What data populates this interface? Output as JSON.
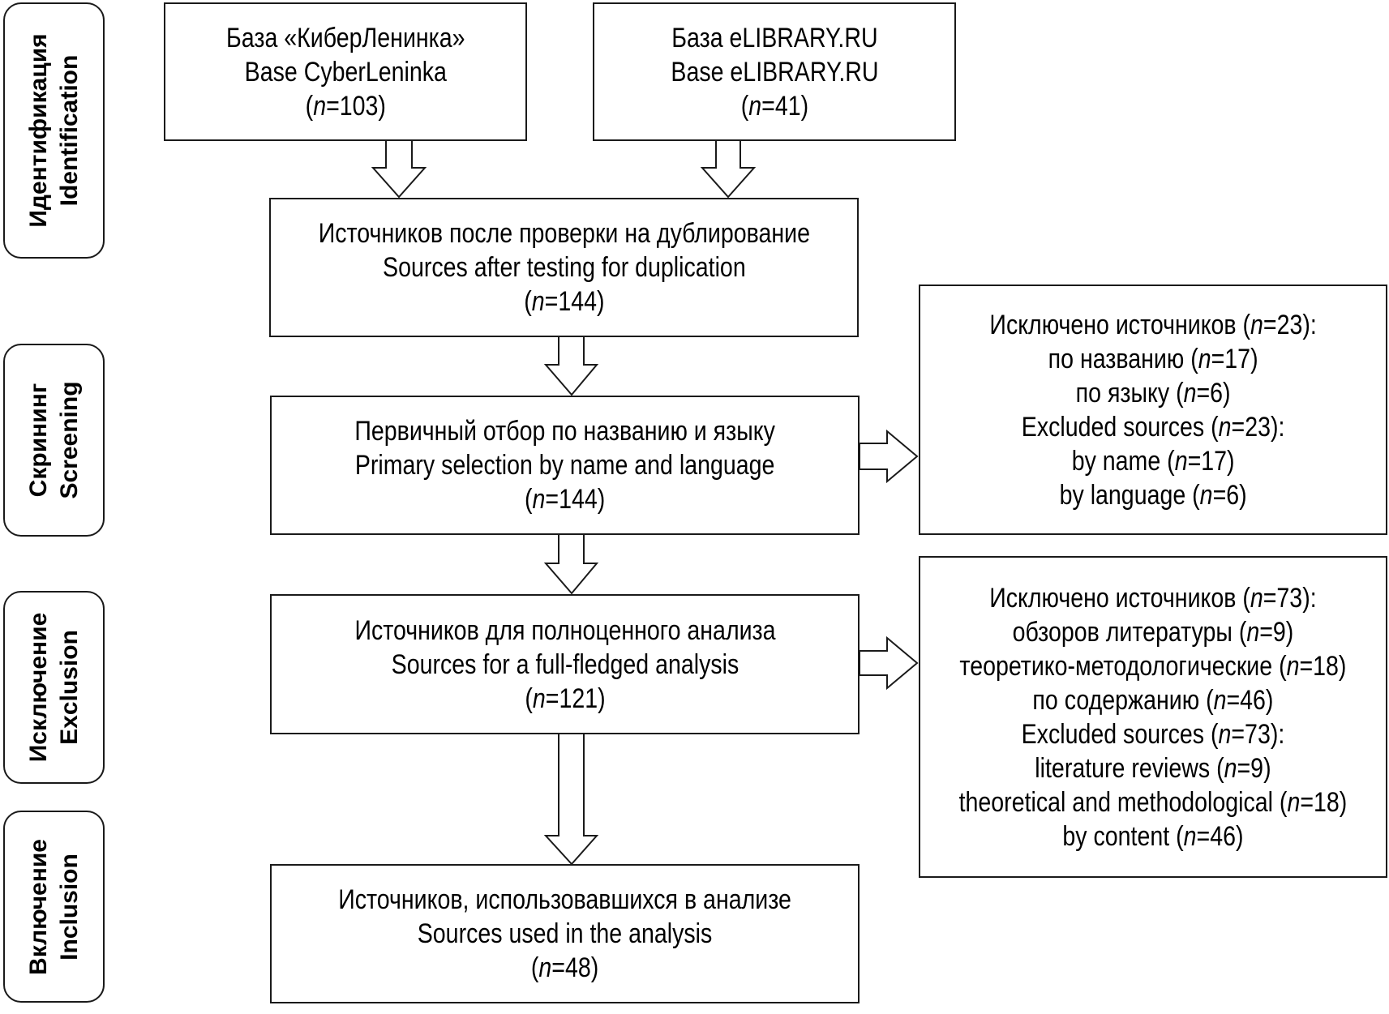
{
  "stages": [
    {
      "ru": "Идентификация",
      "en": "Identification"
    },
    {
      "ru": "Скрининг",
      "en": "Screening"
    },
    {
      "ru": "Исключение",
      "en": "Exclusion"
    },
    {
      "ru": "Включение",
      "en": "Inclusion"
    }
  ],
  "boxes": {
    "cyberleninka": {
      "ru": "База «КиберЛенинка»",
      "en": "Base CyberLeninka",
      "n_label": "n",
      "n_value": "103"
    },
    "elibrary": {
      "ru": "База eLIBRARY.RU",
      "en": "Base eLIBRARY.RU",
      "n_label": "n",
      "n_value": "41"
    },
    "deduplicated": {
      "ru": "Источников после проверки на дублирование",
      "en": "Sources after testing for duplication",
      "n_label": "n",
      "n_value": "144"
    },
    "primary_selection": {
      "ru": "Первичный отбор по названию и языку",
      "en": "Primary selection by name and language",
      "n_label": "n",
      "n_value": "144"
    },
    "full_analysis": {
      "ru": "Источников для полноценного анализа",
      "en": "Sources for a full-fledged analysis",
      "n_label": "n",
      "n_value": "121"
    },
    "used_in_analysis": {
      "ru": "Источников, использовавшихся в анализе",
      "en": "Sources used in the analysis",
      "n_label": "n",
      "n_value": "48"
    }
  },
  "excluded_screening": {
    "lines": [
      {
        "pre": "Исключено источников (",
        "n": "n",
        "post": "=23):"
      },
      {
        "pre": "по названию (",
        "n": "n",
        "post": "=17)"
      },
      {
        "pre": "по языку (",
        "n": "n",
        "post": "=6)"
      },
      {
        "pre": "Excluded sources (",
        "n": "n",
        "post": "=23):"
      },
      {
        "pre": "by name (",
        "n": "n",
        "post": "=17)"
      },
      {
        "pre": "by language (",
        "n": "n",
        "post": "=6)"
      }
    ]
  },
  "excluded_full": {
    "lines": [
      {
        "pre": "Исключено источников (",
        "n": "n",
        "post": "=73):"
      },
      {
        "pre": "обзоров литературы (",
        "n": "n",
        "post": "=9)"
      },
      {
        "pre": "теоретико-методологические (",
        "n": "n",
        "post": "=18)"
      },
      {
        "pre": "по содержанию (",
        "n": "n",
        "post": "=46)"
      },
      {
        "pre": "Excluded sources (",
        "n": "n",
        "post": "=73):"
      },
      {
        "pre": "literature reviews (",
        "n": "n",
        "post": "=9)"
      },
      {
        "pre": "theoretical and methodological (",
        "n": "n",
        "post": "=18)"
      },
      {
        "pre": "by content (",
        "n": "n",
        "post": "=46)"
      }
    ]
  },
  "colors": {
    "stroke": "#1a1a1a",
    "background": "#ffffff",
    "text": "#000000"
  }
}
